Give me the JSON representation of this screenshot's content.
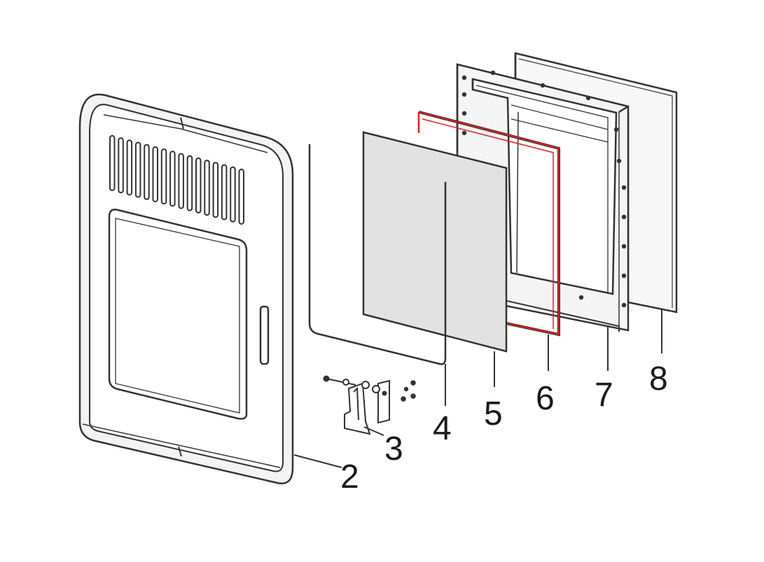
{
  "diagram": {
    "labels": {
      "door_panel": "2",
      "hinge_bracket": "3",
      "glass_gasket": "4",
      "glass": "5",
      "red_gasket": "6",
      "inner_frame": "7",
      "back_frame": "8"
    },
    "colors": {
      "outline": "#333333",
      "panel_fill": "#f3f3f3",
      "glass_fill": "#e2e2e2",
      "gasket_red": "#e21f1f"
    }
  }
}
